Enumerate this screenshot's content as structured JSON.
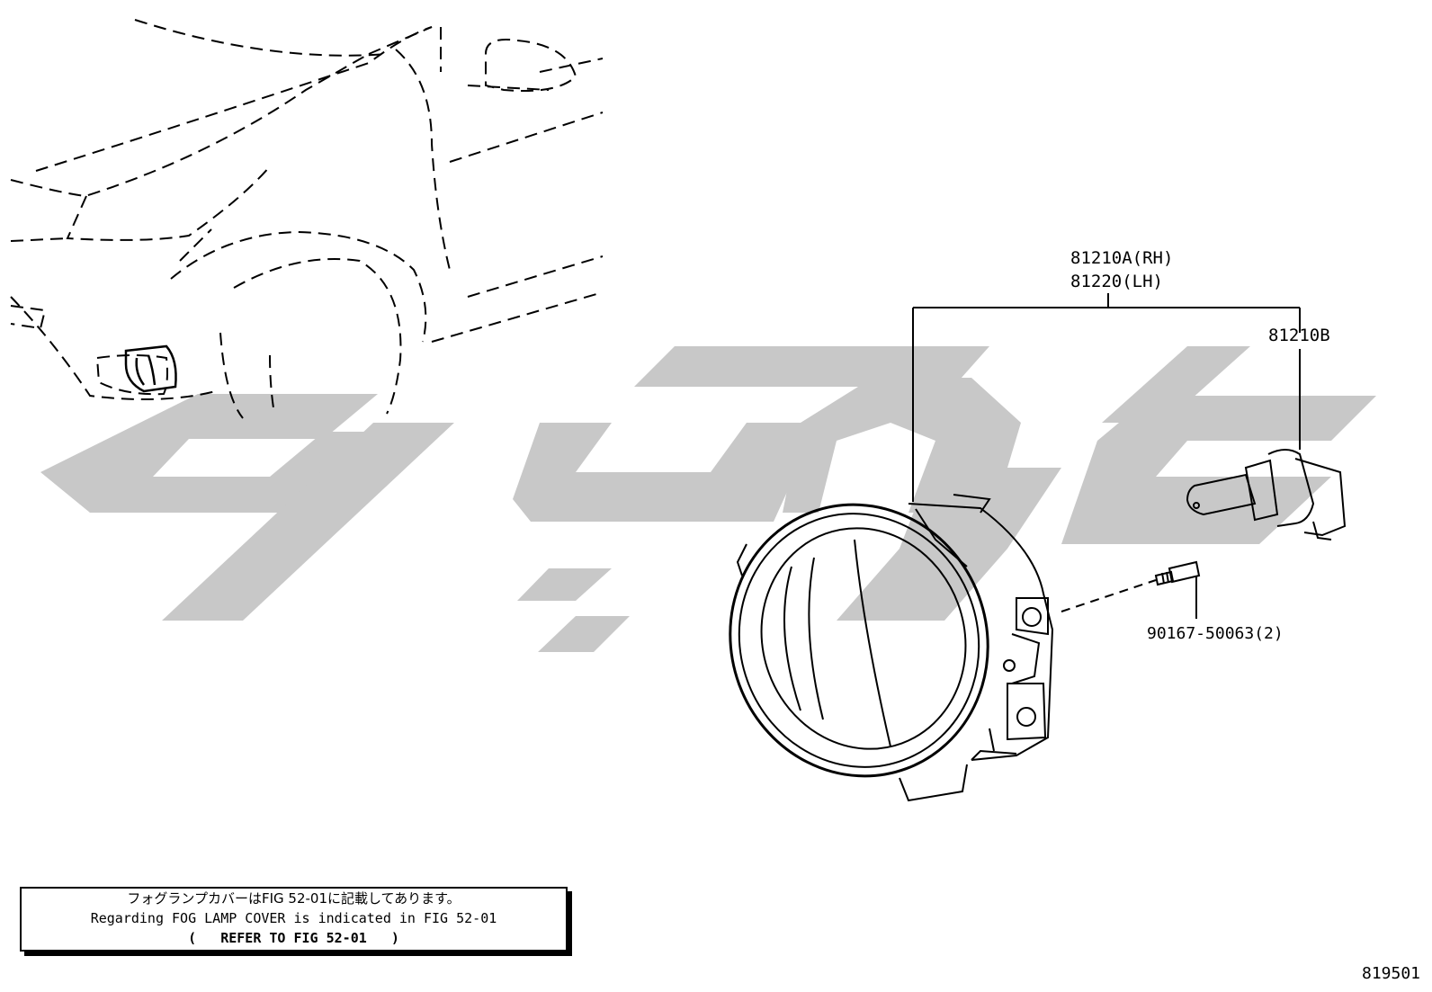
{
  "colors": {
    "line": "#000000",
    "watermark": "#c8c8c8",
    "background": "#ffffff"
  },
  "parts": {
    "fog_lamp_rh": "81210A(RH)",
    "fog_lamp_lh": "81220(LH)",
    "bulb": "81210B",
    "screw": "90167-50063(2)"
  },
  "note": {
    "line_ja": "フォグランプカバーはFIG 52-01に記載してあります。",
    "line_en": "Regarding FOG LAMP COVER is indicated in FIG 52-01",
    "refer_open": "(",
    "refer": "REFER TO FIG 52-01",
    "refer_close": ")"
  },
  "figure_number": "819501"
}
